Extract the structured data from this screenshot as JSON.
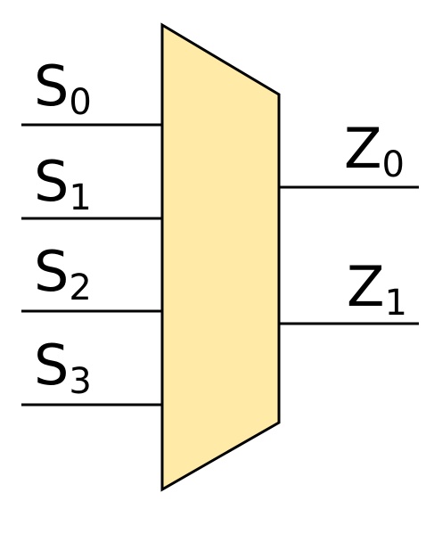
{
  "diagram": {
    "block_fill": "#FFEAA8",
    "stroke_color": "#000000",
    "inputs": [
      {
        "letter": "S",
        "index": "0"
      },
      {
        "letter": "S",
        "index": "1"
      },
      {
        "letter": "S",
        "index": "2"
      },
      {
        "letter": "S",
        "index": "3"
      }
    ],
    "outputs": [
      {
        "letter": "Z",
        "index": "0"
      },
      {
        "letter": "Z",
        "index": "1"
      }
    ]
  }
}
